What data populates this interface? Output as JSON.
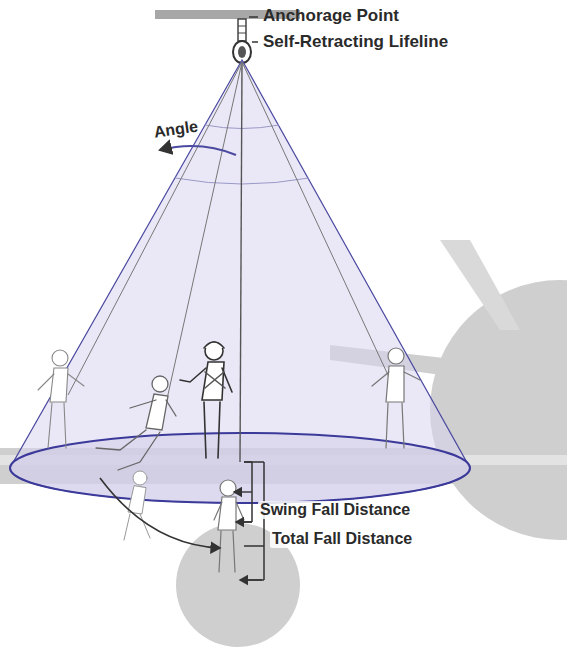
{
  "diagram": {
    "labels": [
      "Anchorage Point",
      "Self-Retracting Lifeline",
      "Angle",
      "Swing Fall Distance",
      "Total Fall Distance"
    ]
  }
}
